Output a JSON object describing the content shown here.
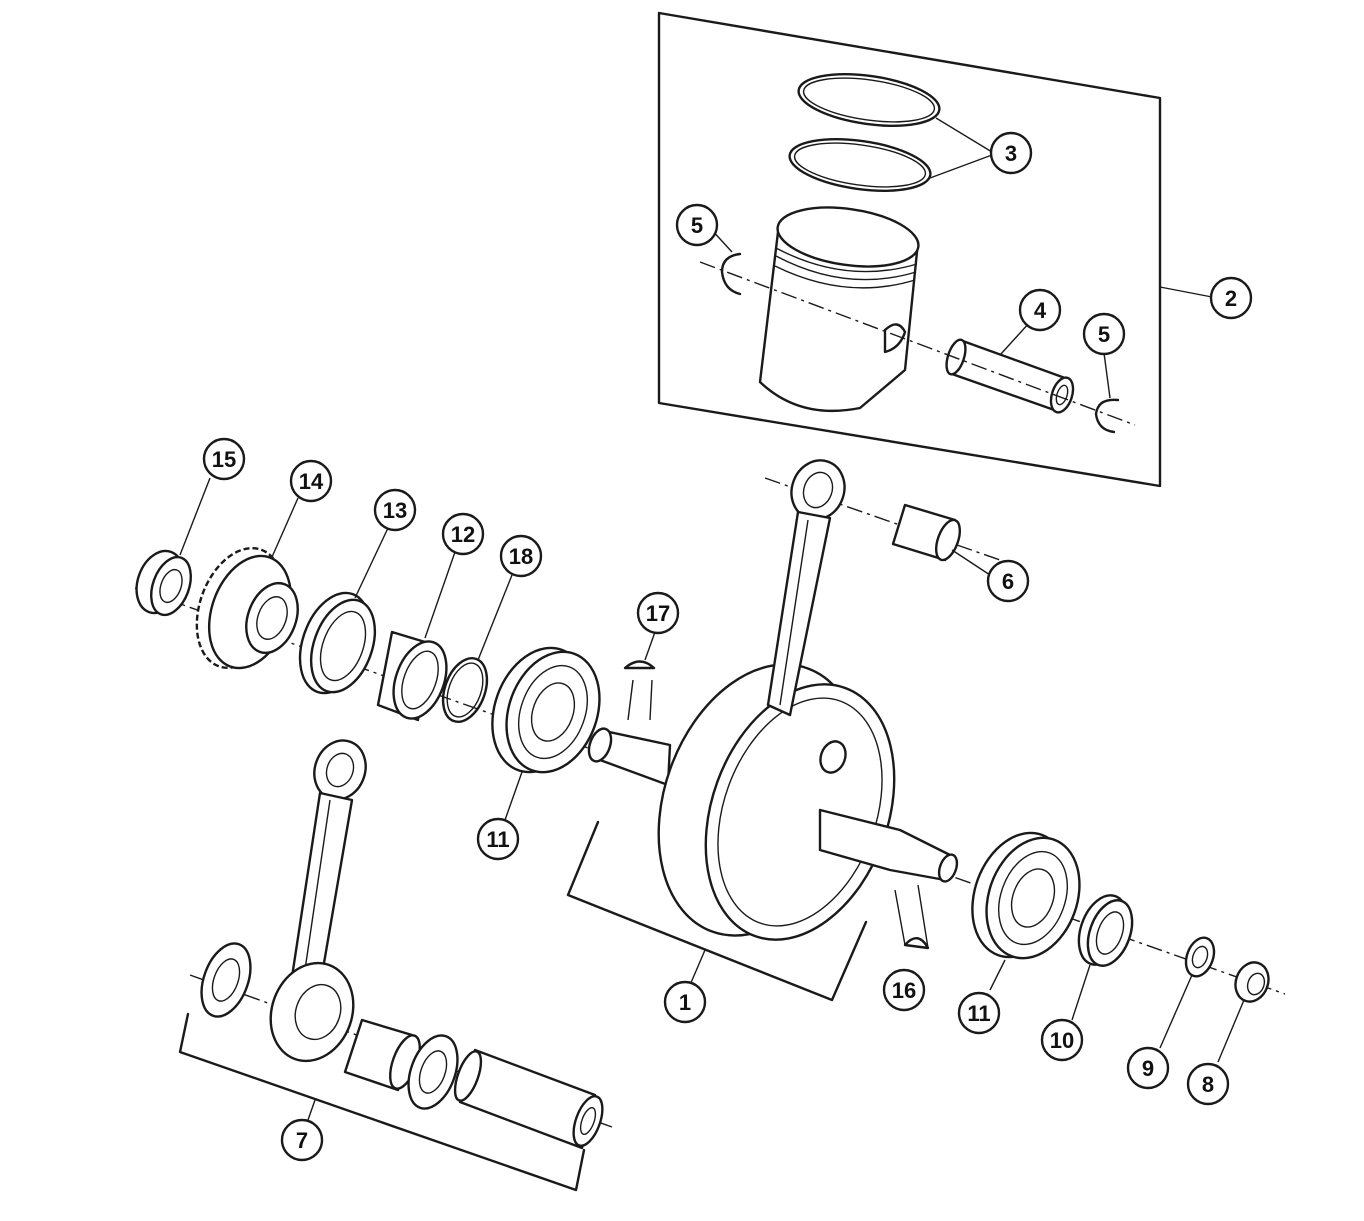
{
  "callouts": [
    {
      "id": "c1",
      "label": "1"
    },
    {
      "id": "c2",
      "label": "2"
    },
    {
      "id": "c3",
      "label": "3"
    },
    {
      "id": "c4",
      "label": "4"
    },
    {
      "id": "c5a",
      "label": "5"
    },
    {
      "id": "c5b",
      "label": "5"
    },
    {
      "id": "c6",
      "label": "6"
    },
    {
      "id": "c7",
      "label": "7"
    },
    {
      "id": "c8",
      "label": "8"
    },
    {
      "id": "c9",
      "label": "9"
    },
    {
      "id": "c10",
      "label": "10"
    },
    {
      "id": "c11a",
      "label": "11"
    },
    {
      "id": "c11b",
      "label": "11"
    },
    {
      "id": "c12",
      "label": "12"
    },
    {
      "id": "c13",
      "label": "13"
    },
    {
      "id": "c14",
      "label": "14"
    },
    {
      "id": "c15",
      "label": "15"
    },
    {
      "id": "c16",
      "label": "16"
    },
    {
      "id": "c17",
      "label": "17"
    },
    {
      "id": "c18",
      "label": "18"
    }
  ]
}
